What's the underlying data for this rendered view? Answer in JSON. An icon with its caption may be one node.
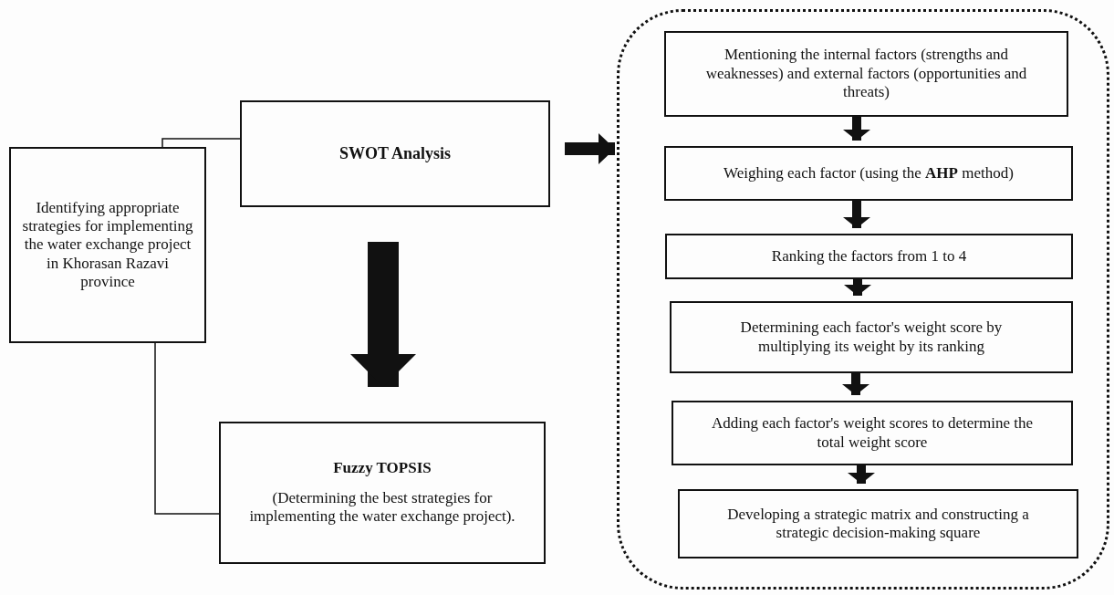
{
  "diagram": {
    "nodes": [
      {
        "text": [
          "Identifying appropriate strategies for implementing the water exchange project in Khorasan Razavi province"
        ]
      },
      {
        "text": [
          "SWOT Analysis"
        ]
      },
      {
        "text": [
          "Fuzzy TOPSIS",
          "(Determining the best strategies for implementing the water exchange project)."
        ]
      },
      {
        "text": [],
        "shape": "box"
      },
      {
        "text": [
          "Mentioning the internal factors (strengths and weaknesses) and external factors (opportunities and threats)"
        ],
        "in": 3
      },
      {
        "text": [
          "Weighing each factor (using the **AHP** method)"
        ],
        "in": 3
      },
      {
        "text": [
          "Ranking the factors from 1 to 4"
        ],
        "in": 3
      },
      {
        "text": [
          "Determining each factor's weight score by multiplying its weight by its ranking"
        ],
        "in": 3
      },
      {
        "text": [
          "Adding each factor's weight scores to determine the total weight score"
        ],
        "in": 3
      },
      {
        "text": [
          "Developing a strategic matrix and constructing a strategic decision-making square"
        ],
        "in": 3
      }
    ],
    "edges": [
      {
        "from": 0,
        "to": 1,
        "arrow": "none"
      },
      {
        "from": 0,
        "to": 2,
        "arrow": "none"
      },
      {
        "from": 1,
        "to": 2,
        "arrow": "to",
        "style": "thick"
      },
      {
        "from": 1,
        "to": 3,
        "arrow": "to"
      },
      {
        "from": 4,
        "to": 5,
        "arrow": "to"
      },
      {
        "from": 5,
        "to": 6,
        "arrow": "to"
      },
      {
        "from": 6,
        "to": 7,
        "arrow": "to"
      },
      {
        "from": 7,
        "to": 8,
        "arrow": "to"
      },
      {
        "from": 8,
        "to": 9,
        "arrow": "to"
      }
    ]
  }
}
